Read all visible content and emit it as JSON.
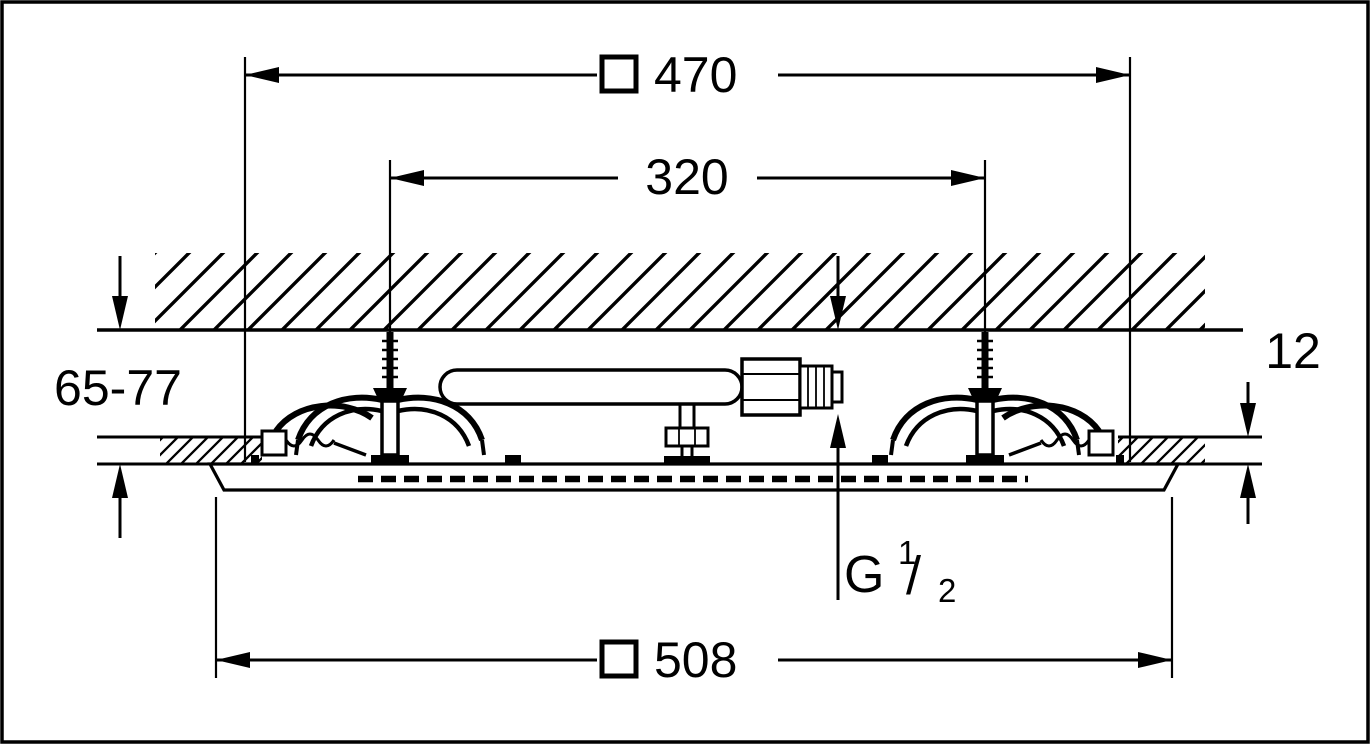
{
  "meta": {
    "title": "Ceiling-mounted shower head installation drawing (cross-section)",
    "background_color": "#ffffff",
    "line_color": "#000000"
  },
  "labels": {
    "dim_top": "470",
    "dim_top_symbol": "square",
    "dim_inner": "320",
    "dim_bottom": "508",
    "dim_bottom_symbol": "square",
    "dim_height_range": "65-77",
    "dim_thickness": "12",
    "thread_letter": "G",
    "thread_numerator": "1",
    "thread_slash": "/",
    "thread_denominator": "2"
  }
}
